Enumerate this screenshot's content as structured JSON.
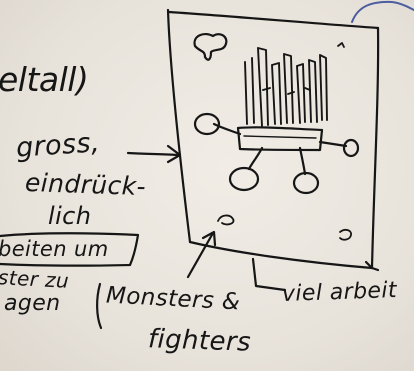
{
  "notes": {
    "weltall": "eltall)",
    "gross": "gross,",
    "eindrueck_1": "eindrück-",
    "eindrueck_2": "lich",
    "boxed_line1": "beiten um",
    "boxed_line2": "ster zu",
    "boxed_line3": "agen",
    "monsters": "Monsters &",
    "fighters": "fighters",
    "viel_arbeit": "viel arbeit"
  },
  "colors": {
    "paper": "#ebe6de",
    "ink": "#161616",
    "blue_ink": "#4a5d9e"
  }
}
